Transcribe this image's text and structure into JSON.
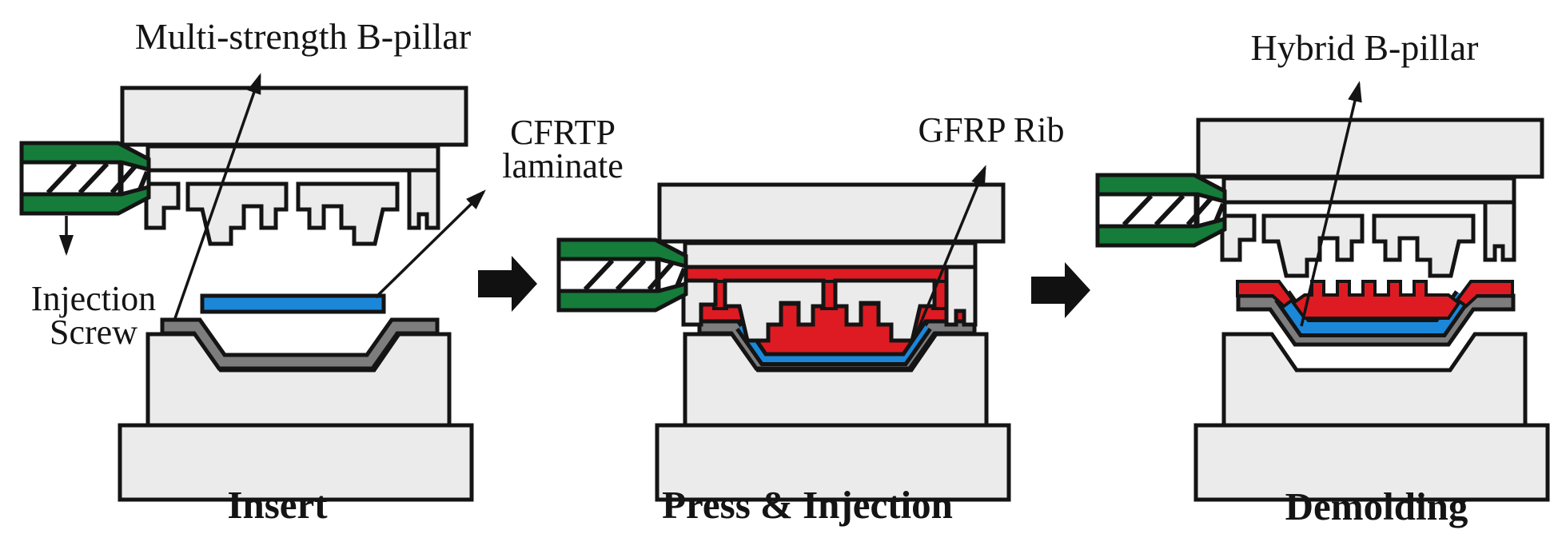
{
  "labels": {
    "multi_strength": "Multi-strength B-pillar",
    "cfrtp_line1": "CFRTP",
    "cfrtp_line2": "laminate",
    "injection_line1": "Injection",
    "injection_line2": "Screw",
    "gfrp_rib": "GFRP Rib",
    "hybrid": "Hybrid B-pillar"
  },
  "captions": {
    "step1": "Insert",
    "step2": "Press & Injection",
    "step3": "Demolding"
  },
  "colors": {
    "mold": "#ebebeb",
    "part": "#7d7d7d",
    "laminate": "#1b87d9",
    "rib": "#de1b22",
    "screw": "#157c3a",
    "white": "#ffffff",
    "arrow": "#111111",
    "outline": "#141414"
  },
  "icons": {
    "process_arrow": "right-arrow-icon",
    "annotation_arrow": "arrowhead-icon"
  }
}
